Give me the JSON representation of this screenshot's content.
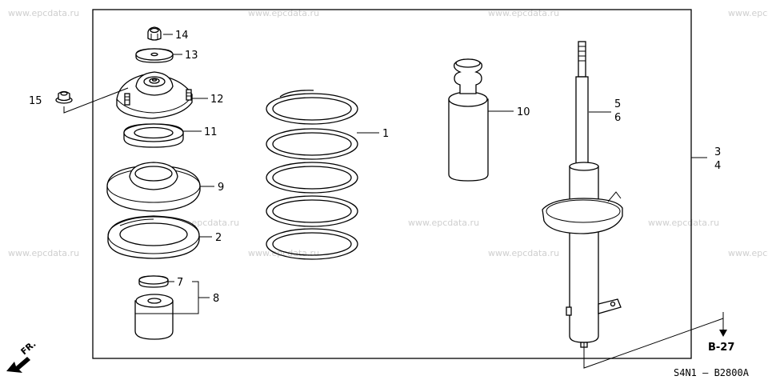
{
  "watermark": "www.epcdata.ru",
  "callouts": {
    "c1": "1",
    "c2": "2",
    "c3": "3",
    "c4": "4",
    "c5": "5",
    "c6": "6",
    "c7": "7",
    "c8": "8",
    "c9": "9",
    "c10": "10",
    "c11": "11",
    "c12": "12",
    "c13": "13",
    "c14": "14",
    "c15": "15"
  },
  "reference": "B-27",
  "diagram_code": "S4N1 – B2800A",
  "front_marker": "FR.",
  "icons": {
    "front_arrow": "front-direction-arrow",
    "ref_arrow": "down-arrow"
  }
}
